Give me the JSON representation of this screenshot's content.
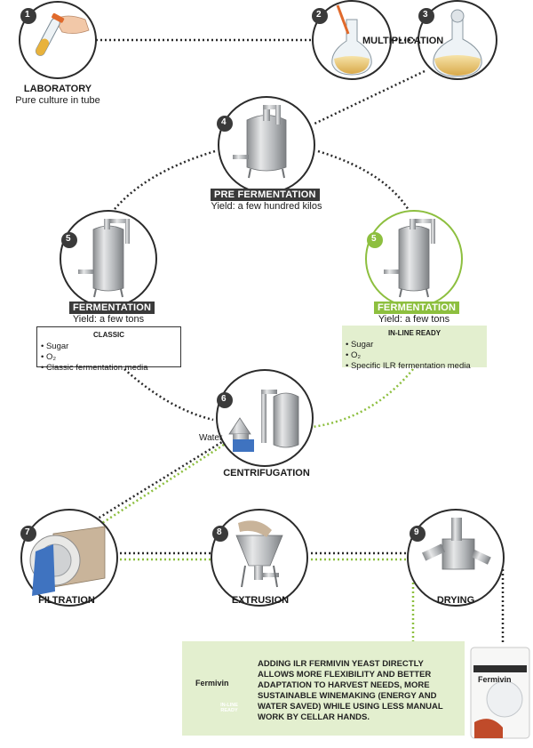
{
  "steps": [
    {
      "number": "1",
      "label": "LABORATORY",
      "sub": "Pure culture in tube"
    },
    {
      "number": "2",
      "label": "",
      "sub": ""
    },
    {
      "number": "3",
      "label": "",
      "sub": ""
    },
    {
      "number": "4",
      "label": "PRE FERMENTATION",
      "sub": "Yield: a few hundred kilos"
    },
    {
      "number": "5",
      "label": "FERMENTATION",
      "sub": "Yield: a few tons"
    },
    {
      "number": "5",
      "label": "FERMENTATION",
      "sub": "Yield: a few tons"
    },
    {
      "number": "6",
      "label": "CENTRIFUGATION",
      "sub": ""
    },
    {
      "number": "7",
      "label": "FILTRATION",
      "sub": ""
    },
    {
      "number": "8",
      "label": "EXTRUSION",
      "sub": ""
    },
    {
      "number": "9",
      "label": "DRYING",
      "sub": ""
    }
  ],
  "multiplication_label": "MULTIPLICATION",
  "water_label": "Water",
  "classic_box": {
    "title": "CLASSIC",
    "items": [
      "Sugar",
      "O₂",
      "Classic fermentation media"
    ]
  },
  "ilr_box": {
    "title": "IN-LINE READY",
    "items": [
      "Sugar",
      "O₂",
      "Specific ILR fermentation media"
    ]
  },
  "callout": "ADDING ILR FERMIVIN YEAST DIRECTLY ALLOWS MORE FLEXIBILITY AND BETTER ADAPTATION TO HARVEST NEEDS, MORE SUSTAINABLE WINEMAKING (ENERGY AND WATER SAVED) WHILE USING LESS MANUAL WORK BY CELLAR HANDS.",
  "package": {
    "brand": "Fermivin",
    "badge": "IN-LINE READY"
  },
  "colors": {
    "dark_path": "#2b2b2b",
    "green_path": "#8dbf3f",
    "green_bg": "#e3efcf",
    "steel": "#b9bcbf",
    "banner_dark": "#3a3a3a"
  }
}
